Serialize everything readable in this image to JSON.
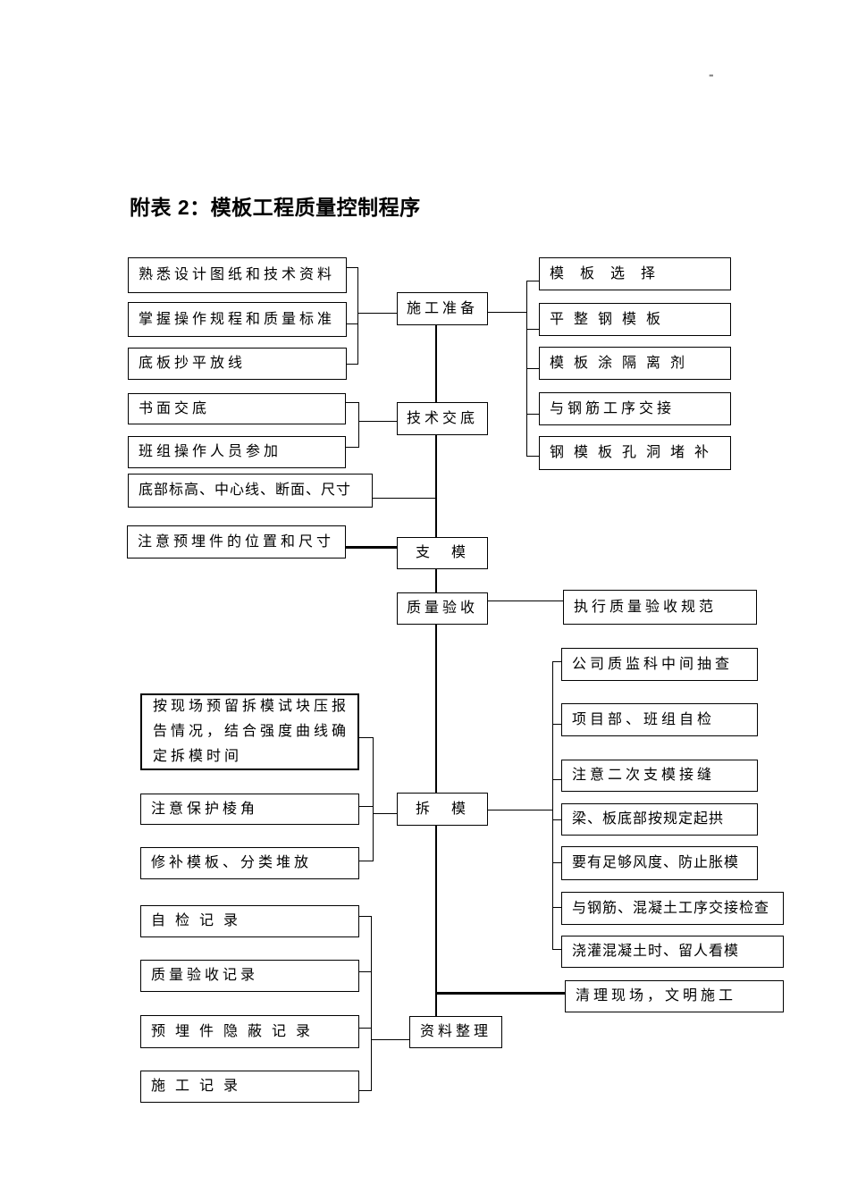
{
  "page": {
    "title": "附表 2：模板工程质量控制程序",
    "header_mark": "-"
  },
  "nodes": {
    "stage_prep": "施工准备",
    "stage_disclosure": "技术交底",
    "stage_erection": "支　模",
    "stage_acceptance": "质量验收",
    "stage_removal": "拆　模",
    "stage_records": "资料整理",
    "familiarize_drawings": "熟悉设计图纸和技术资料",
    "master_procedures": "掌握操作规程和质量标准",
    "base_leveling": "底板抄平放线",
    "written_disclosure": "书面交底",
    "team_participation": "班组操作人员参加",
    "bottom_elevation": "底部标高、中心线、断面、尺寸",
    "embedded_parts_position": "注意预埋件的位置和尺寸",
    "removal_timing": "按现场预留拆模试块压报告情况，结合强度曲线确定拆模时间",
    "protect_edges": "注意保护棱角",
    "repair_templates": "修补模板、分类堆放",
    "self_check_record": "自检记录",
    "acceptance_record": "质量验收记录",
    "embedded_hidden_record": "预埋件隐蔽记录",
    "construction_record": "施工记录",
    "template_selection": "模板选择",
    "flatten_steel_forms": "平整钢模板",
    "release_agent": "模板涂隔离剂",
    "rebar_handover": "与钢筋工序交接",
    "plug_form_holes": "钢模板孔洞堵补",
    "acceptance_spec": "执行质量验收规范",
    "company_spotcheck": "公司质监科中间抽查",
    "project_selfcheck": "项目部、班组自检",
    "secondary_seams": "注意二次支模接缝",
    "camber_rule": "梁、板底部按规定起拱",
    "rigidity_note": "要有足够风度、防止胀模",
    "handover_check": "与钢筋、混凝土工序交接检查",
    "watch_forms": "浇灌混凝土时、留人看模",
    "site_cleanup": "清理现场，文明施工"
  }
}
